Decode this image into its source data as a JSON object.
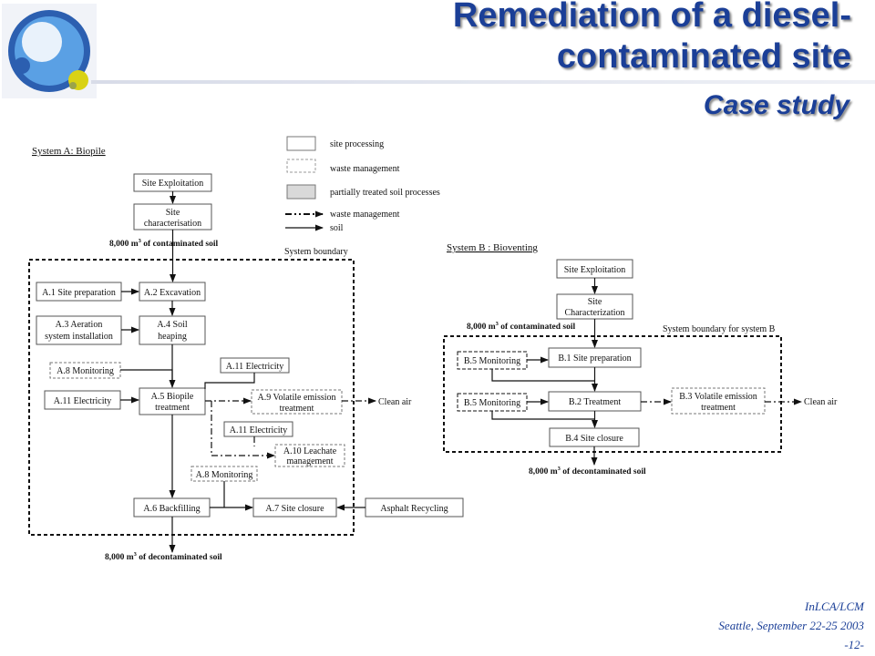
{
  "header": {
    "title_line1": "Remediation of a diesel-",
    "title_line2": "contaminated site",
    "subtitle": "Case study"
  },
  "legend": {
    "site_processing": "site processing",
    "waste_management_box": "waste management",
    "partially_treated": "partially treated soil processes",
    "waste_management_line": "waste management",
    "soil": "soil"
  },
  "system_a": {
    "title": "System A: Biopile",
    "site_exploitation": "Site Exploitation",
    "site_char_1": "Site",
    "site_char_2": "characterisation",
    "contaminated_pre": "8,000 m",
    "contaminated_sup": "3",
    "contaminated_post": " of contaminated soil",
    "boundary_label": "System boundary",
    "a1": "A.1 Site preparation",
    "a2": "A.2 Excavation",
    "a3_1": "A.3 Aeration",
    "a3_2": "system installation",
    "a4_1": "A.4 Soil",
    "a4_2": "heaping",
    "a8_top": "A.8 Monitoring",
    "a11_left": "A.11 Electricity",
    "a5_1": "A.5 Biopile",
    "a5_2": "treatment",
    "a11_upper": "A.11 Electricity",
    "a9_1": "A.9 Volatile emission",
    "a9_2": "treatment",
    "clean_air": "Clean air",
    "a11_lower": "A.11 Electricity",
    "a10_1": "A.10 Leachate",
    "a10_2": "management",
    "a8_bottom": "A.8 Monitoring",
    "a6": "A.6 Backfilling",
    "a7": "A.7 Site closure",
    "asphalt": "Asphalt Recycling",
    "decontaminated_pre": "8,000 m",
    "decontaminated_sup": "3",
    "decontaminated_post": " of decontaminated soil"
  },
  "system_b": {
    "title": "System B : Bioventing",
    "site_exploitation": "Site Exploitation",
    "site_char_1": "Site",
    "site_char_2": "Characterization",
    "contaminated_pre": "8,000 m",
    "contaminated_sup": "3",
    "contaminated_post": " of contaminated soil",
    "boundary_label": "System boundary for system B",
    "b5_top": "B.5 Monitoring",
    "b1": "B.1 Site preparation",
    "b5_bottom": "B.5 Monitoring",
    "b2": "B.2 Treatment",
    "b3_1": "B.3 Volatile emission",
    "b3_2": "treatment",
    "clean_air": "Clean air",
    "b4": "B.4 Site closure",
    "decontaminated_pre": "8,000 m",
    "decontaminated_sup": "3",
    "decontaminated_post": " of decontaminated soil"
  },
  "footer": {
    "line1": "InLCA/LCM",
    "line2": "Seattle, September 22-25 2003",
    "line3": "-12-"
  }
}
